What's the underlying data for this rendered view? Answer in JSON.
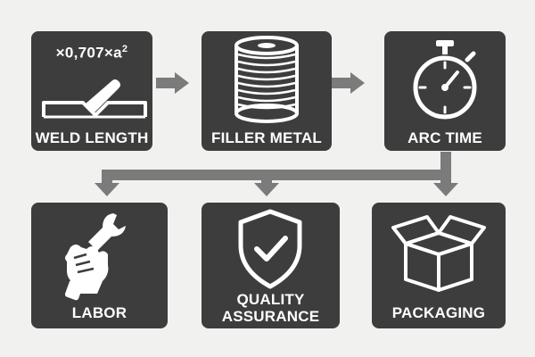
{
  "steps": {
    "weld_length": {
      "label": "WELD LENGTH",
      "formula_prefix": "×0,707×a",
      "formula_exponent": "2",
      "icon": "weld-bead-icon"
    },
    "filler_metal": {
      "label": "FILLER METAL",
      "icon": "wire-spool-icon"
    },
    "arc_time": {
      "label": "ARC TIME",
      "icon": "stopwatch-icon"
    },
    "labor": {
      "label": "LABOR",
      "icon": "wrench-hand-icon"
    },
    "quality_assurance": {
      "label": "QUALITY\nASSURANCE",
      "icon": "shield-check-icon"
    },
    "packaging": {
      "label": "PACKAGING",
      "icon": "open-box-icon"
    }
  },
  "colors": {
    "background": "#f1f1ef",
    "tile": "#3d3d3d",
    "text": "#ffffff",
    "connector": "#7b7b7b"
  }
}
